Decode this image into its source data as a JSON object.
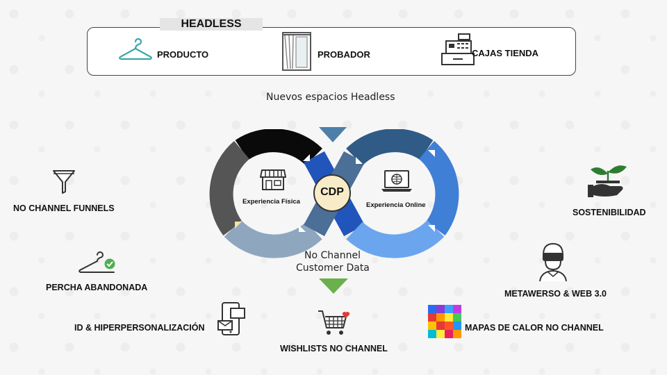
{
  "headless": {
    "title": "HEADLESS",
    "items": [
      {
        "label": "PRODUCTO",
        "icon": "hanger-icon"
      },
      {
        "label": "PROBADOR",
        "icon": "fitting-room-icon"
      },
      {
        "label": "CAJAS  TIENDA",
        "icon": "cash-register-icon"
      }
    ]
  },
  "flow": {
    "top_label": "Nuevos espacios Headless",
    "bottom_label_line1": "No Channel",
    "bottom_label_line2": "Customer Data"
  },
  "infinity": {
    "center": "CDP",
    "left_label": "Experiencia Física",
    "right_label": "Experiencia Online"
  },
  "left_items": [
    {
      "label": "NO CHANNEL FUNNELS",
      "icon": "funnel-icon"
    },
    {
      "label": "PERCHA ABANDONADA",
      "icon": "hanger-check-icon"
    },
    {
      "label": "ID & HIPERPERSONALIZACIÓN",
      "icon": "phone-message-icon"
    }
  ],
  "bottom_item": {
    "label": "WISHLISTS NO CHANNEL",
    "icon": "cart-heart-icon"
  },
  "right_items": [
    {
      "label": "SOSTENIBILIDAD",
      "icon": "plant-hand-icon"
    },
    {
      "label": "METAWERSO & WEB 3.0",
      "icon": "vr-headset-icon"
    },
    {
      "label": "MAPAS DE CALOR NO CHANNEL",
      "icon": "heatmap-icon"
    }
  ],
  "colors": {
    "loop_black": "#0a0a0a",
    "loop_gray": "#555555",
    "loop_steel": "#8fa6bf",
    "loop_navy": "#2f5b86",
    "loop_blue": "#3f7fd6",
    "loop_lightblue": "#6ba5ee",
    "cdp_fill": "#f8ecc8",
    "arrow_fill": "#4d7fa8",
    "arrow_green": "#6ab04c"
  }
}
